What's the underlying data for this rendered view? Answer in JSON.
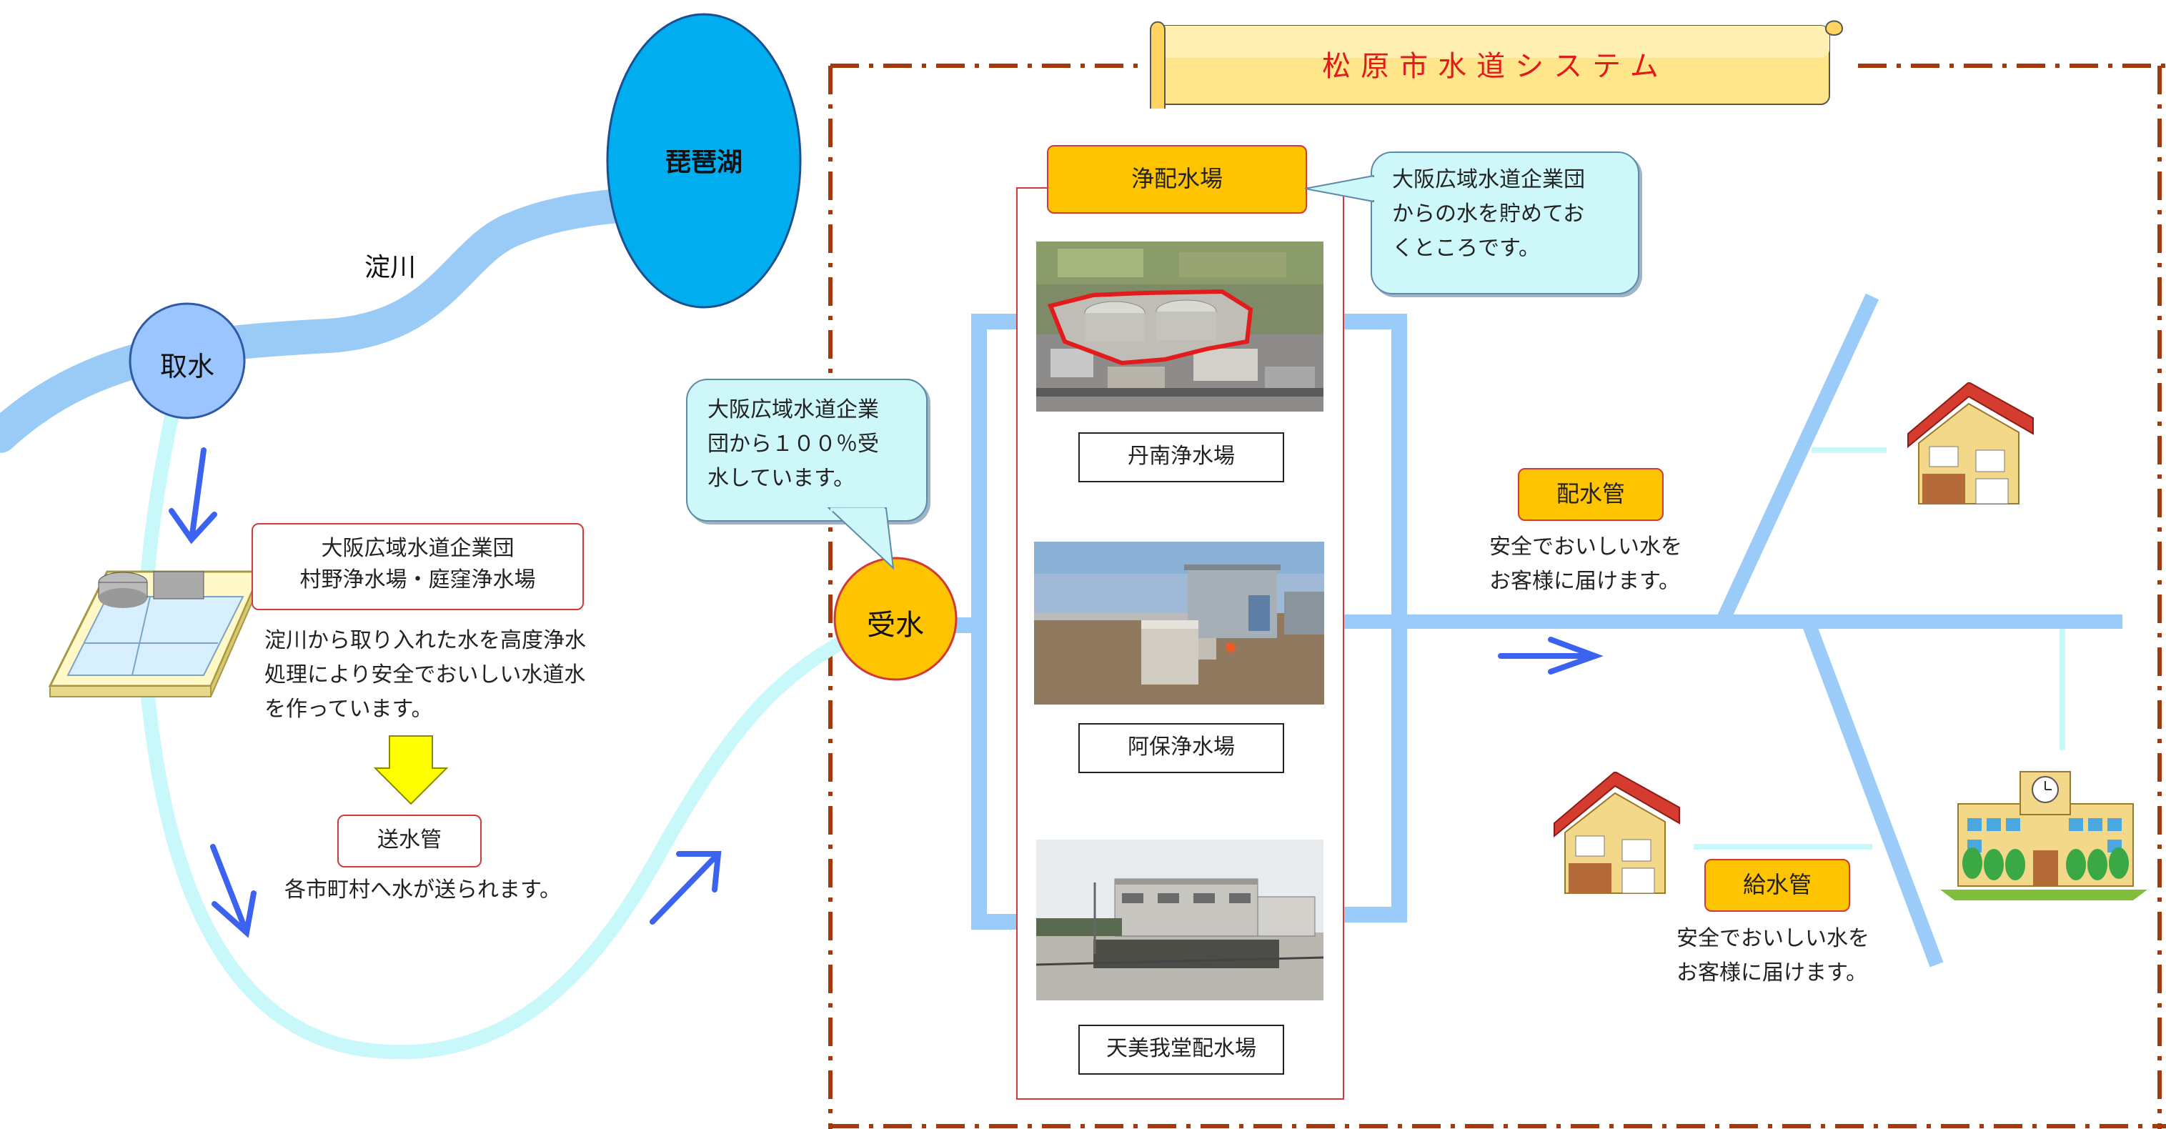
{
  "title": "松原市水道システム",
  "lake_label": "琵琶湖",
  "river_label": "淀川",
  "intake_label": "取水",
  "receive_label": "受水",
  "osaka_plant_box": [
    "大阪広域水道企業団",
    "村野浄水場・庭窪浄水場"
  ],
  "osaka_plant_desc": [
    "淀川から取り入れた水を高度浄水",
    "処理により安全でおいしい水道水",
    "を作っています。"
  ],
  "transmission": {
    "tag": "送水管",
    "desc": "各市町村へ水が送られます。"
  },
  "receive_bubble": [
    "大阪広域水道企業",
    "団から１００％受",
    "水しています。"
  ],
  "distribution_center": {
    "tag": "浄配水場",
    "bubble": [
      "大阪広域水道企業団",
      "からの水を貯めてお",
      "くところです。"
    ],
    "plants": [
      "丹南浄水場",
      "阿保浄水場",
      "天美我堂配水場"
    ]
  },
  "distribution_pipe": {
    "tag": "配水管",
    "desc": [
      "安全でおいしい水を",
      "お客様に届けます。"
    ]
  },
  "supply_pipe": {
    "tag": "給水管",
    "desc": [
      "安全でおいしい水を",
      "お客様に届けます。"
    ]
  },
  "colors": {
    "river": "#99cbf6",
    "lake": "#00aeef",
    "pipe_light": "#c9f8fb",
    "pipe_blue": "#9bcbf8",
    "intake_circle": "#9bc5ff",
    "receive_circle": "#ffc400",
    "arrow": "#3b63f0",
    "frame": "#a33a0e"
  }
}
